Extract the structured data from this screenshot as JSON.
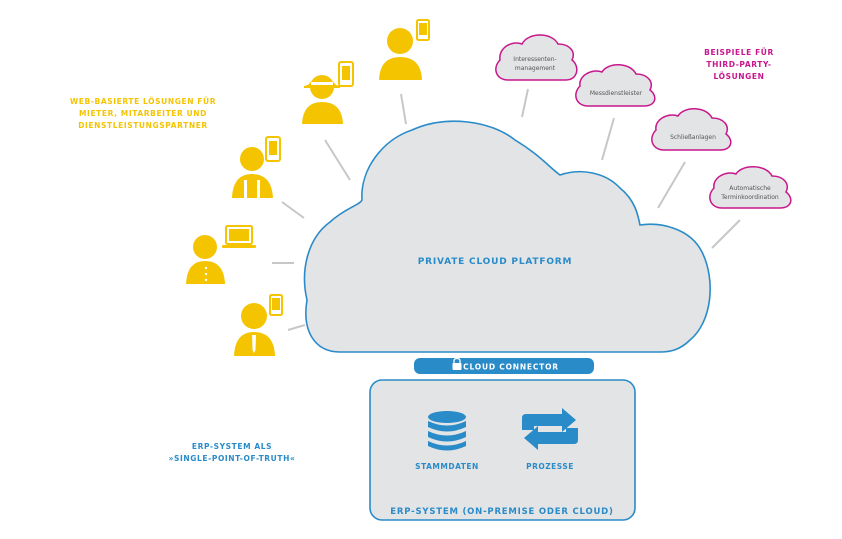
{
  "left_caption": {
    "line1": "WEB-BASIERTE LÖSUNGEN FÜR",
    "line2": "MIETER, MITARBEITER UND",
    "line3": "DIENSTLEISTUNGSPARTNER"
  },
  "right_caption": {
    "line1": "BEISPIELE FÜR",
    "line2": "THIRD-PARTY-",
    "line3": "LÖSUNGEN"
  },
  "cloud": {
    "label": "PRIVATE CLOUD PLATFORM"
  },
  "connector": {
    "label": "CLOUD CONNECTOR"
  },
  "erp": {
    "title": "ERP-SYSTEM (ON-PREMISE ODER CLOUD)",
    "items": [
      {
        "label": "STAMMDATEN",
        "icon": "database-icon"
      },
      {
        "label": "PROZESSE",
        "icon": "refresh-icon"
      }
    ]
  },
  "erp_caption": {
    "line1": "ERP-SYSTEM ALS",
    "line2": "»SINGLE-POINT-OF-TRUTH«"
  },
  "third_party": [
    {
      "line1": "Interessenten-",
      "line2": "management"
    },
    {
      "line1": "Messdienstleister",
      "line2": ""
    },
    {
      "line1": "Schließanlagen",
      "line2": ""
    },
    {
      "line1": "Automatische",
      "line2": "Terminkoordination"
    }
  ],
  "colors": {
    "yellow": "#F5C400",
    "magenta": "#C8168C",
    "blue": "#2A8BC9",
    "cloud_gray": "#E3E4E5",
    "line_gray": "#C6C7C8"
  }
}
